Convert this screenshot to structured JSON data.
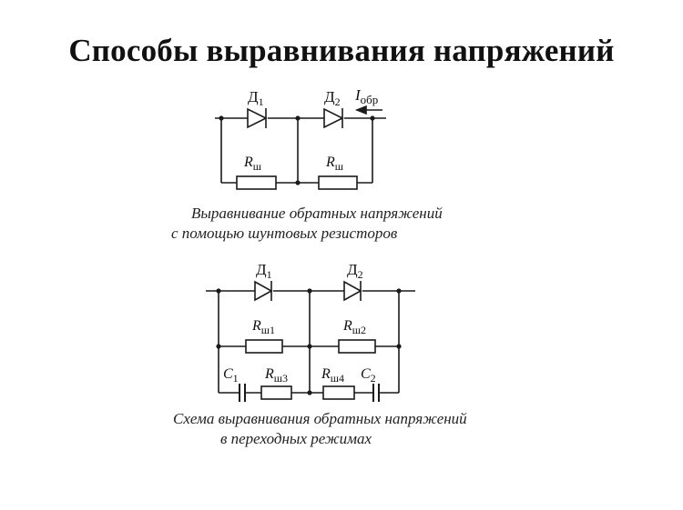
{
  "title": "Способы выравнивания напряжений",
  "top_circuit": {
    "d1": "Д",
    "d1_sub": "1",
    "d2": "Д",
    "d2_sub": "2",
    "current": "I",
    "current_sub": "обр",
    "r_left": "R",
    "r_left_sub": "ш",
    "r_right": "R",
    "r_right_sub": "ш",
    "caption_line1": "Выравнивание обратных напряжений",
    "caption_line2": "с помощью шунтовых резисторов"
  },
  "bottom_circuit": {
    "d1": "Д",
    "d1_sub": "1",
    "d2": "Д",
    "d2_sub": "2",
    "r1": "R",
    "r1_sub": "ш1",
    "r2": "R",
    "r2_sub": "ш2",
    "c1": "C",
    "c1_sub": "1",
    "r3": "R",
    "r3_sub": "ш3",
    "r4": "R",
    "r4_sub": "ш4",
    "c2": "C",
    "c2_sub": "2",
    "caption_line1": "Схема выравнивания обратных напряжений",
    "caption_line2": "в переходных режимах"
  }
}
